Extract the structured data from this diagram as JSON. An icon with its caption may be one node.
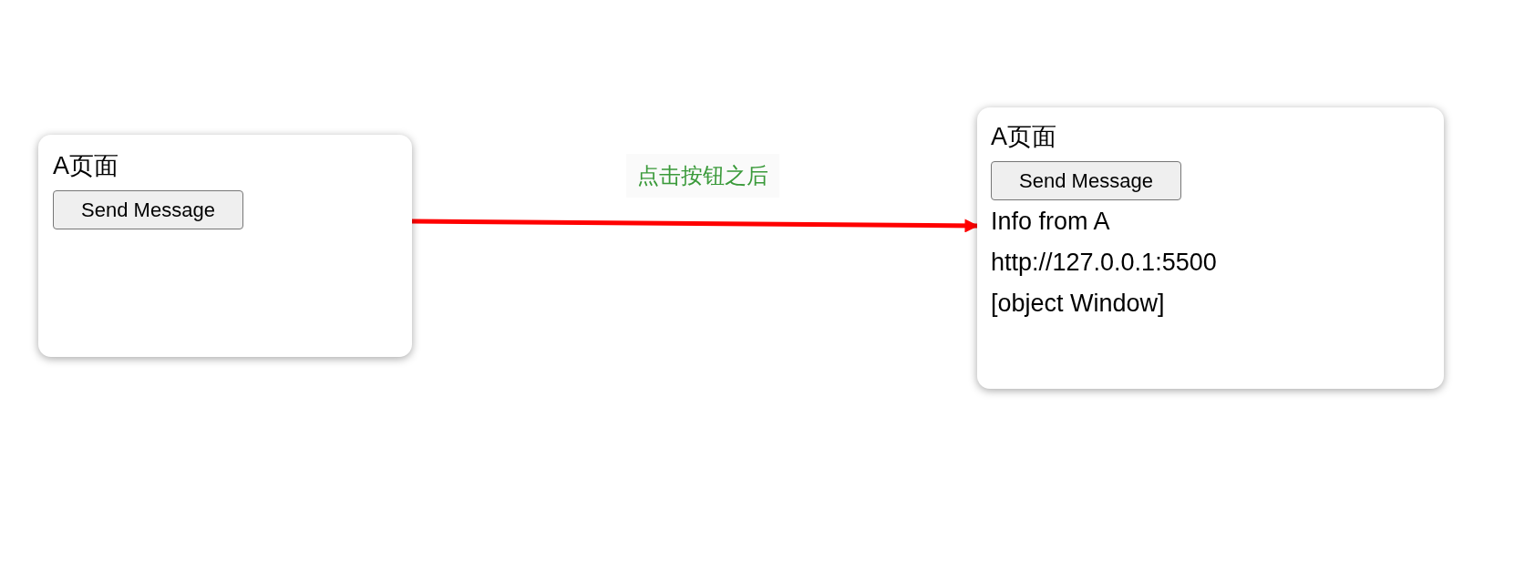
{
  "diagram": {
    "nodes": [
      {
        "text": [
          "A页面"
        ]
      },
      {
        "text": [
          "Send Message"
        ],
        "in": 0
      },
      {
        "text": [
          "A页面",
          "Info from A",
          "http://127.0.0.1:5500",
          "[object Window]"
        ]
      },
      {
        "text": [
          "Send Message"
        ],
        "in": 2
      }
    ],
    "edges": [
      {
        "from": 0,
        "to": 2,
        "arrow": "to",
        "label": "点击按钮之后",
        "color": "#ff0000"
      }
    ]
  }
}
